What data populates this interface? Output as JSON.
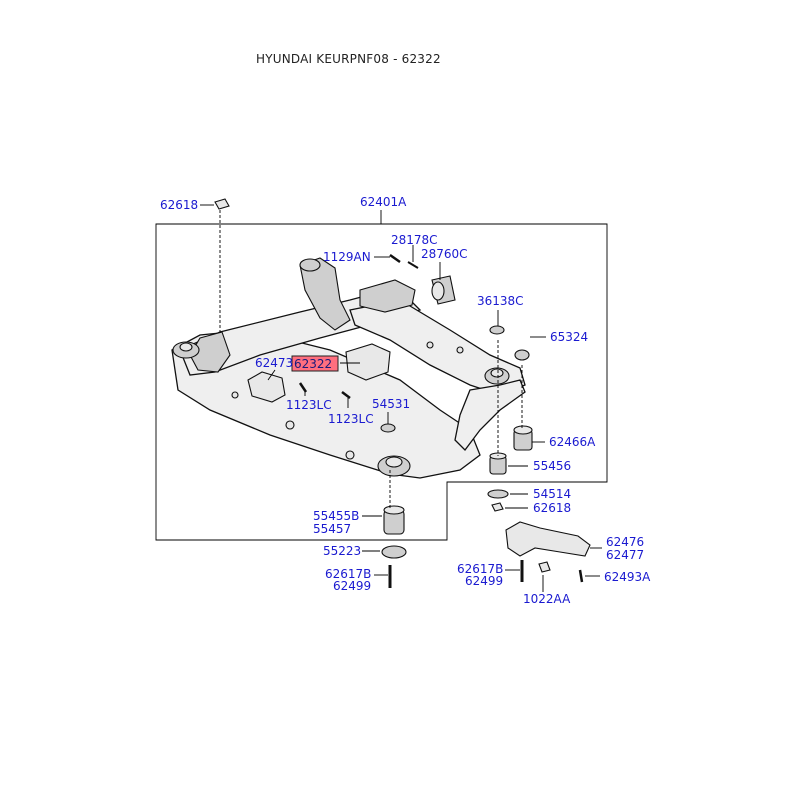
{
  "title": "HYUNDAI KEURPNF08 - 62322",
  "colors": {
    "label": "#1a1ad0",
    "highlight": "#ff6f7f"
  },
  "labels": {
    "l_62618_top": "62618",
    "l_62401A": "62401A",
    "l_28178C": "28178C",
    "l_1129AN": "1129AN",
    "l_28760C": "28760C",
    "l_36138C": "36138C",
    "l_65324": "65324",
    "l_62473": "62473",
    "l_62322": "62322",
    "l_1123LC_a": "1123LC",
    "l_1123LC_b": "1123LC",
    "l_54531": "54531",
    "l_62466A": "62466A",
    "l_55456": "55456",
    "l_54514": "54514",
    "l_62618_mid": "62618",
    "l_55455B": "55455B",
    "l_55457": "55457",
    "l_55223": "55223",
    "l_62617B_l": "62617B",
    "l_62499_l": "62499",
    "l_62617B_r": "62617B",
    "l_62499_r": "62499",
    "l_62476": "62476",
    "l_62477": "62477",
    "l_62493A": "62493A",
    "l_1022AA": "1022AA"
  }
}
